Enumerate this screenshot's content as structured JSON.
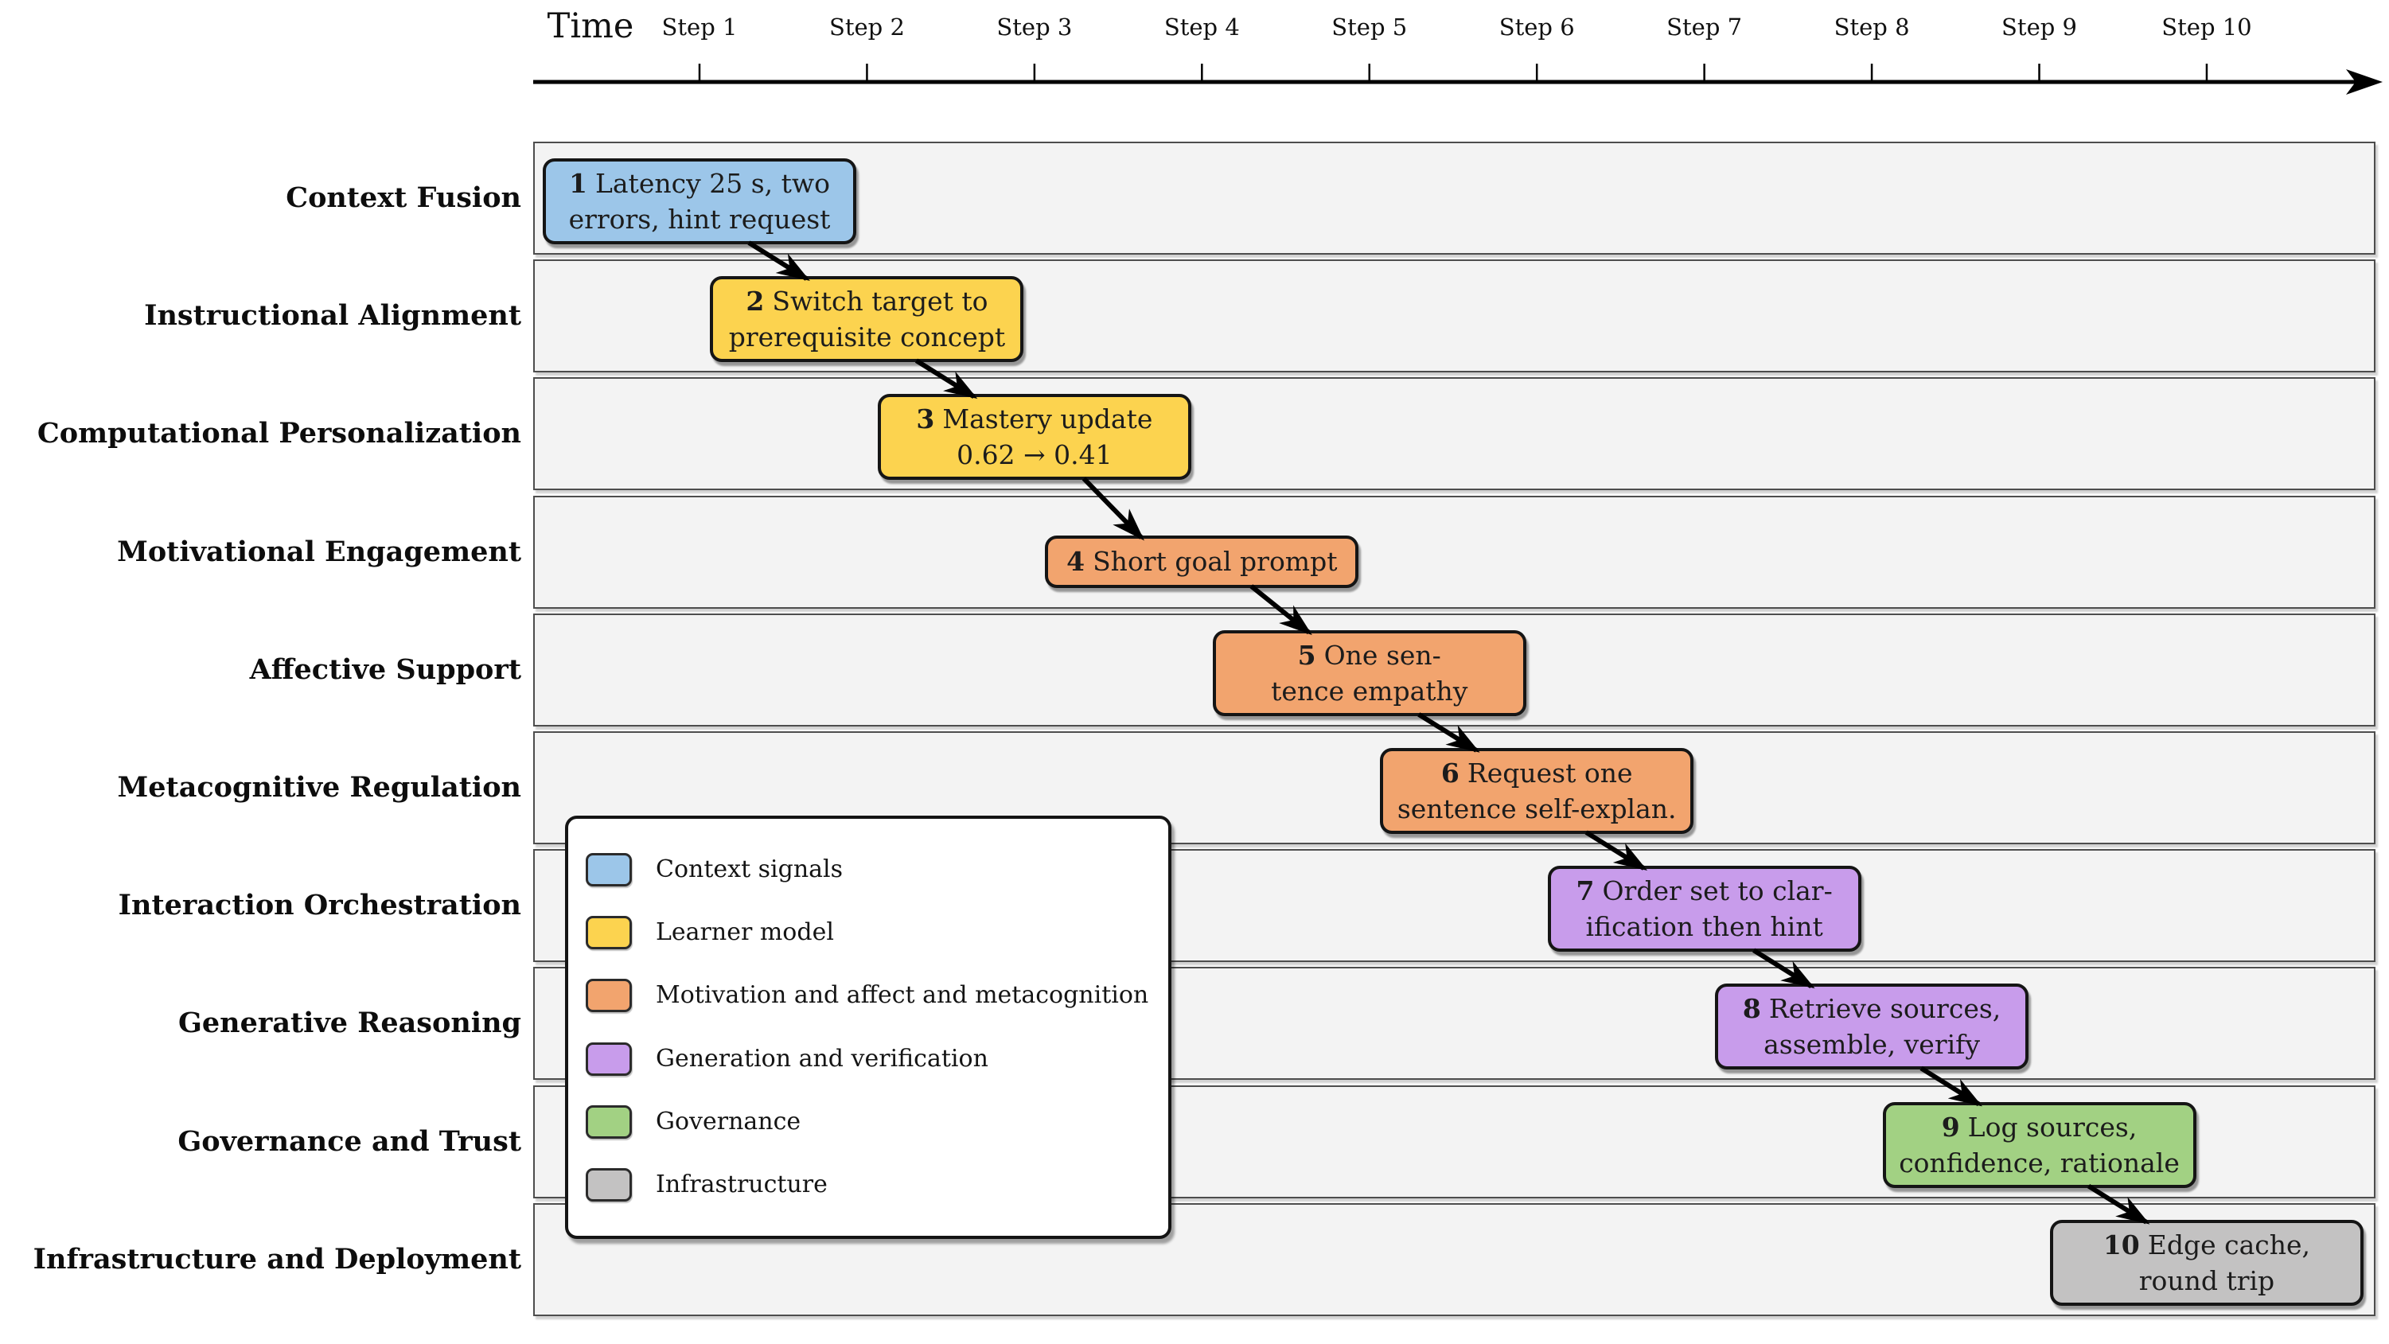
{
  "axis": {
    "title": "Time",
    "steps": [
      "Step 1",
      "Step 2",
      "Step 3",
      "Step 4",
      "Step 5",
      "Step 6",
      "Step 7",
      "Step 8",
      "Step 9",
      "Step 10"
    ]
  },
  "lanes": [
    "Context Fusion",
    "Instructional Alignment",
    "Computational Personalization",
    "Motivational Engagement",
    "Affective Support",
    "Metacognitive Regulation",
    "Interaction Orchestration",
    "Generative Reasoning",
    "Governance and Trust",
    "Infrastructure and Deployment"
  ],
  "events": [
    {
      "num": "1",
      "category": "context",
      "lines": [
        "Latency 25 s, two",
        "errors, hint request"
      ]
    },
    {
      "num": "2",
      "category": "learner",
      "lines": [
        "Switch target to",
        "prerequisite concept"
      ]
    },
    {
      "num": "3",
      "category": "learner",
      "lines": [
        "Mastery update",
        "0.62 → 0.41"
      ]
    },
    {
      "num": "4",
      "category": "motivation",
      "lines": [
        "Short goal prompt"
      ]
    },
    {
      "num": "5",
      "category": "motivation",
      "lines": [
        "One sen-",
        "tence empathy"
      ]
    },
    {
      "num": "6",
      "category": "motivation",
      "lines": [
        "Request one",
        "sentence self-explan."
      ]
    },
    {
      "num": "7",
      "category": "generation",
      "lines": [
        "Order set to clar-",
        "ification then hint"
      ]
    },
    {
      "num": "8",
      "category": "generation",
      "lines": [
        "Retrieve sources,",
        "assemble, verify"
      ]
    },
    {
      "num": "9",
      "category": "governance",
      "lines": [
        "Log sources,",
        "confidence, rationale"
      ]
    },
    {
      "num": "10",
      "category": "infrastructure",
      "lines": [
        "Edge cache,",
        "round trip"
      ]
    }
  ],
  "legend": [
    {
      "label": "Context signals",
      "category": "context"
    },
    {
      "label": "Learner model",
      "category": "learner"
    },
    {
      "label": "Motivation and affect and metacognition",
      "category": "motivation"
    },
    {
      "label": "Generation and verification",
      "category": "generation"
    },
    {
      "label": "Governance",
      "category": "governance"
    },
    {
      "label": "Infrastructure",
      "category": "infrastructure"
    }
  ],
  "categories": {
    "context": "#9cc6e9",
    "learner": "#fcd34f",
    "motivation": "#f2a46e",
    "generation": "#c89ceb",
    "governance": "#a2d183",
    "infrastructure": "#c3c2c2"
  }
}
